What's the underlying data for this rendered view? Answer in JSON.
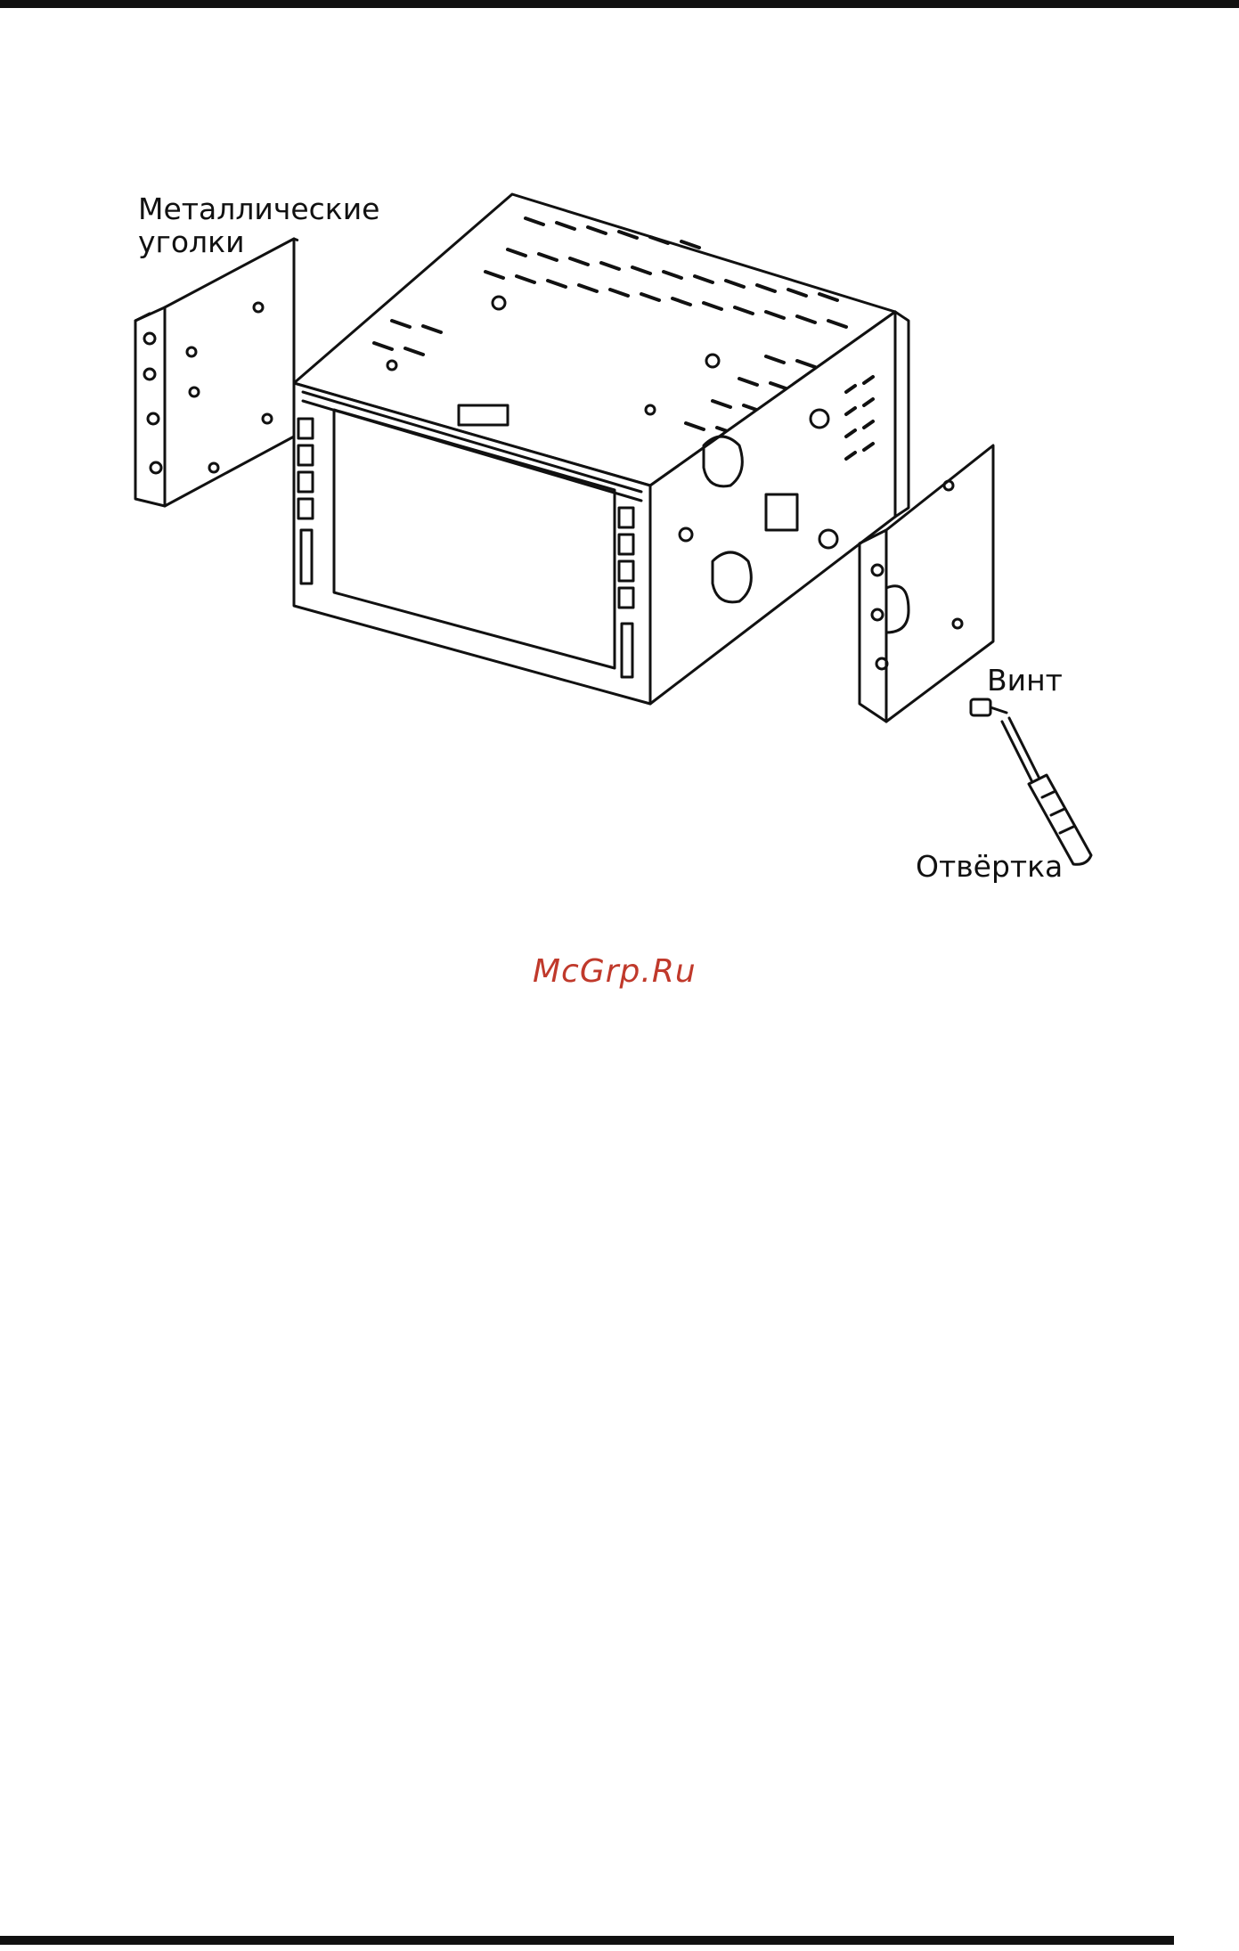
{
  "labels": {
    "metal_corners_line1": "Металлические",
    "metal_corners_line2": "уголки",
    "screw": "Винт",
    "screwdriver": "Отвёртка"
  },
  "watermark": "McGrp.Ru",
  "colors": {
    "ink": "#111111",
    "watermark": "#c0392b",
    "background": "#ffffff"
  }
}
